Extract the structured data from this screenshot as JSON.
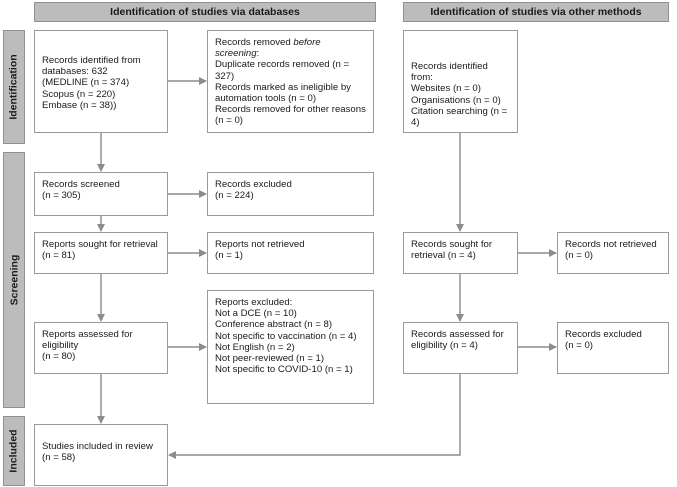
{
  "headers": {
    "databases": "Identification of studies via databases",
    "other": "Identification of studies via other methods"
  },
  "phases": {
    "identification": "Identification",
    "screening": "Screening",
    "included": "Included"
  },
  "boxes": {
    "records_identified": "Records identified from databases: 632\n(MEDLINE (n = 374)\nScopus (n = 220)\nEmbase (n = 38))",
    "records_removed_lead": "Records removed ",
    "records_removed_italic": "before screening",
    "records_removed_rest": ":\nDuplicate records removed  (n = 327)\nRecords marked as ineligible by automation tools (n = 0)\nRecords removed for other reasons (n = 0)",
    "records_screened": "Records screened\n(n = 305)",
    "records_excluded": "Records excluded\n(n = 224)",
    "reports_sought": "Reports sought for retrieval\n(n = 81)",
    "reports_not_retrieved": "Reports not retrieved\n(n = 1)",
    "reports_assessed": "Reports assessed for eligibility\n(n = 80)",
    "reports_excluded": "Reports excluded:\nNot a DCE (n = 10)\nConference abstract (n = 8)\nNot specific to vaccination (n = 4)\nNot English (n = 2)\nNot peer-reviewed (n = 1)\nNot specific to COVID-10 (n = 1)",
    "studies_included": "Studies included in review\n(n = 58)",
    "other_identified": "Records identified from:\nWebsites (n = 0)\nOrganisations (n = 0)\nCitation searching (n = 4)",
    "other_sought": "Records sought for retrieval (n = 4)",
    "other_not_retrieved": "Records not retrieved\n(n = 0)",
    "other_assessed": "Records assessed for eligibility (n = 4)",
    "other_excluded": "Records excluded\n(n = 0)"
  }
}
